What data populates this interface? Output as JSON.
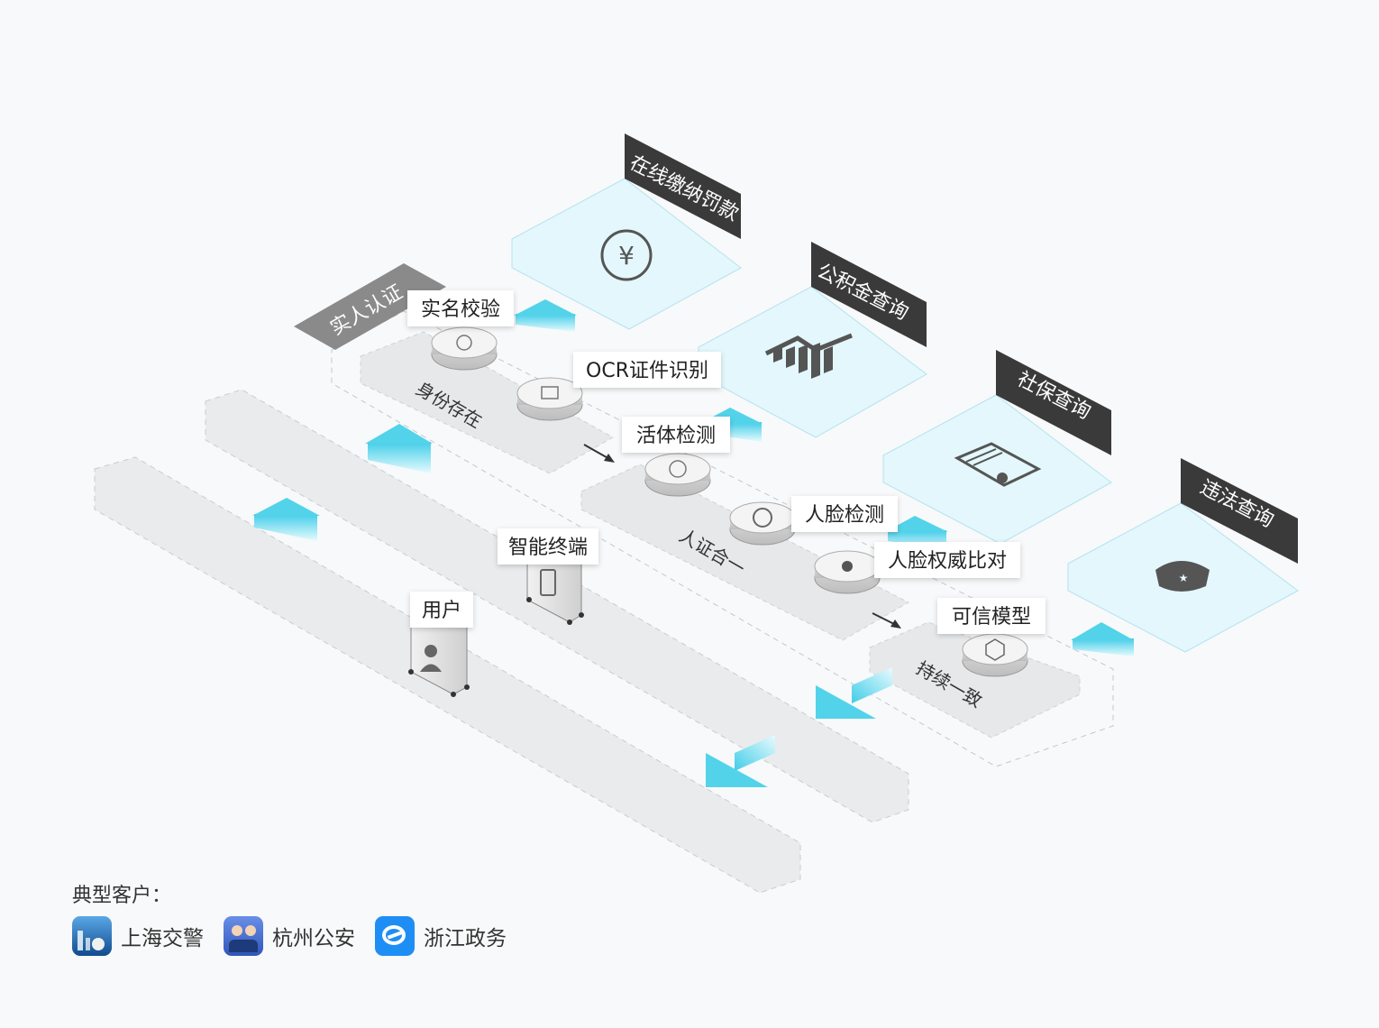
{
  "services": {
    "fine": "在线缴纳罚款",
    "fund": "公积金查询",
    "social": "社保查询",
    "violation": "违法查询"
  },
  "stages": {
    "realname": "实人认证",
    "identity": "身份存在",
    "match": "人证合一",
    "consistent": "持续一致"
  },
  "steps": {
    "name_check": "实名校验",
    "ocr": "OCR证件识别",
    "liveness": "活体检测",
    "face_detect": "人脸检测",
    "face_compare": "人脸权威比对",
    "trusted_model": "可信模型"
  },
  "actors": {
    "terminal": "智能终端",
    "user": "用户"
  },
  "legend": {
    "title": "典型客户：",
    "items": [
      {
        "label": "上海交警",
        "color": "#1a5fa8"
      },
      {
        "label": "杭州公安",
        "color": "#3b6fd4"
      },
      {
        "label": "浙江政务",
        "color": "#1e90ff"
      }
    ]
  },
  "colors": {
    "accent": "#4fd3ea",
    "panel": "#e3f7fc",
    "dark": "#3a3a3a",
    "gray_tag": "#8a8a8a"
  }
}
